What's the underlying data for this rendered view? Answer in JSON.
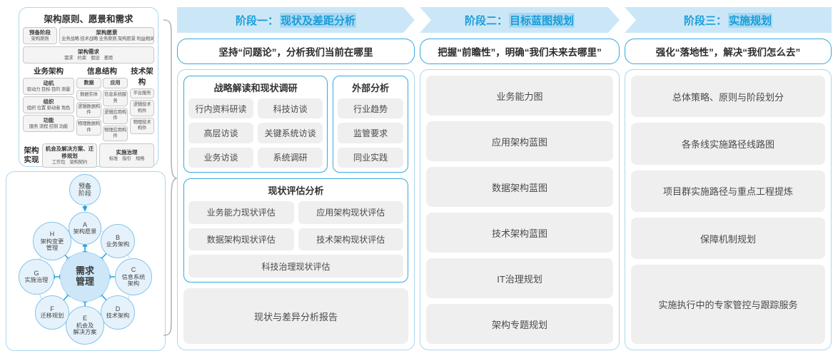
{
  "appearance": {
    "band_bg": "#cbe7f7",
    "band_text": "#1b9cd9",
    "accent_blue": "#35a9de",
    "panel_border": "#a9d7ef",
    "item_gray": "#efefef",
    "arrow_blue": "#1f9fdd"
  },
  "left": {
    "principles": {
      "title": "架构原则、愿景和需求",
      "prep_title": "预备阶段",
      "prep_sub": "架构原则",
      "vision_title": "架构愿景",
      "vision_sub": "业务战略 技术战略 业务原则 架构愿景 利益相关者",
      "req_title": "架构需求",
      "req_sub": "需求　约束　假设　差距",
      "business_title": "业务架构",
      "business_items": [
        {
          "t": "动机",
          "s": "驱动力 目标 目的 测量"
        },
        {
          "t": "组织",
          "s": "组织 位置 驱动者 角色"
        },
        {
          "t": "功能",
          "s": "服务 流程 控制 功能"
        }
      ],
      "info_title": "信息结构",
      "info_data_title": "数据",
      "info_data_items": [
        "数据实体",
        "逻辑数据构件",
        "物理数据构件"
      ],
      "info_app_title": "应用",
      "info_app_items": [
        "信息系统服务",
        "逻辑应用构件",
        "物理应用构件"
      ],
      "tech_title": "技术架构",
      "tech_items": [
        "平台服务",
        "逻辑技术构件",
        "物理技术构件"
      ],
      "realization_label": "架构实现",
      "realization_box1_title": "机会及解决方案、迁移规划",
      "realization_box1_sub": "工作包　架构契约",
      "realization_box2_title": "实施治理",
      "realization_box2_sub": "标准　指引　规格"
    },
    "adm": {
      "prep": "预备阶段",
      "center": "需求管理",
      "nodes": [
        {
          "key": "A",
          "label": "架构愿景"
        },
        {
          "key": "B",
          "label": "业务架构"
        },
        {
          "key": "C",
          "label": "信息系统\n架构"
        },
        {
          "key": "D",
          "label": "技术架构"
        },
        {
          "key": "E",
          "label": "机会及\n解决方案"
        },
        {
          "key": "F",
          "label": "迁移规划"
        },
        {
          "key": "G",
          "label": "实施治理"
        },
        {
          "key": "H",
          "label": "架构变更\n管理"
        }
      ]
    }
  },
  "phases": [
    {
      "header_prefix": "阶段一：",
      "header_main": "现状及差距分析",
      "subtitle": "坚持“问题论”，分析我们当前在哪里",
      "research_title": "战略解读和现状调研",
      "research_items": [
        "行内资料研读",
        "科技访谈",
        "高层访谈",
        "关键系统访谈",
        "业务访谈",
        "系统调研"
      ],
      "external_title": "外部分析",
      "external_items": [
        "行业趋势",
        "监管要求",
        "同业实践"
      ],
      "assessment_title": "现状评估分析",
      "assessment_items": [
        "业务能力现状评估",
        "应用架构现状评估",
        "数据架构现状评估",
        "技术架构现状评估",
        "科技治理现状评估"
      ],
      "report": "现状与差异分析报告"
    },
    {
      "header_prefix": "阶段二：",
      "header_main": "目标蓝图规划",
      "subtitle": "把握“前瞻性”，明确“我们未来去哪里”",
      "items": [
        "业务能力图",
        "应用架构蓝图",
        "数据架构蓝图",
        "技术架构蓝图",
        "IT治理规划",
        "架构专题规划"
      ]
    },
    {
      "header_prefix": "阶段三：",
      "header_main": "实施规划",
      "subtitle": "强化“落地性”，解决“我们怎么去”",
      "items": [
        "总体策略、原则与阶段划分",
        "各条线实施路径线路图",
        "项目群实施路径与重点工程提炼",
        "保障机制规划",
        "实施执行中的专家管控与跟踪服务"
      ]
    }
  ]
}
